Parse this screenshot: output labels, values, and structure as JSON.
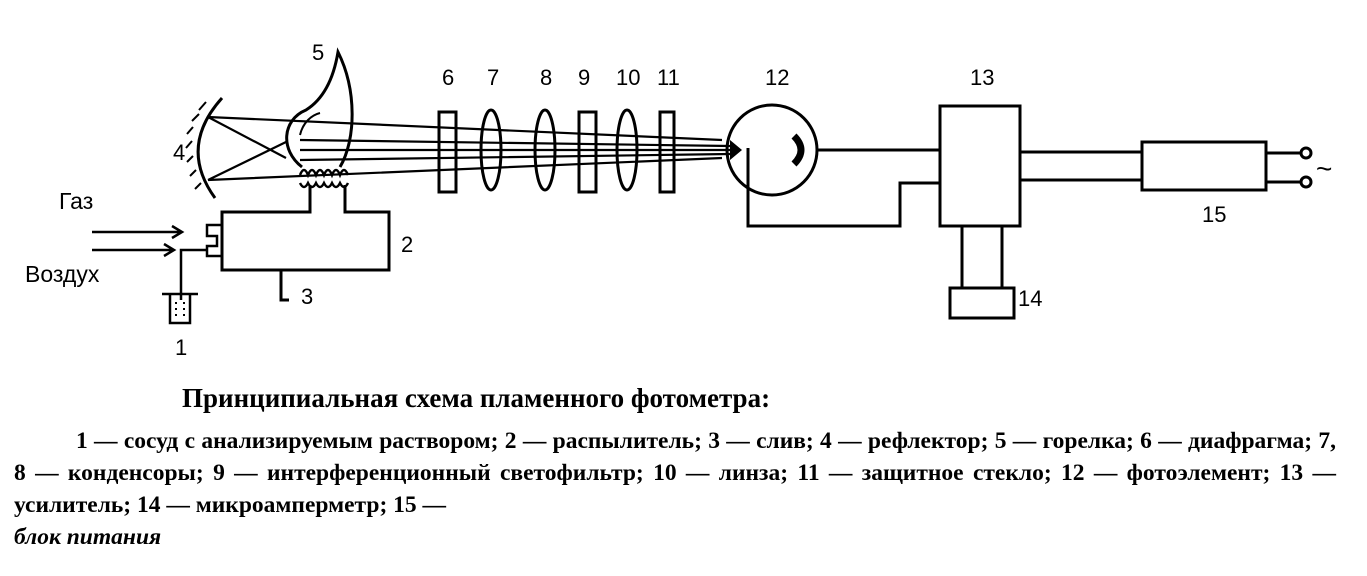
{
  "labels": {
    "n1": "1",
    "n2": "2",
    "n3": "3",
    "n4": "4",
    "n5": "5",
    "n6": "6",
    "n7": "7",
    "n8": "8",
    "n9": "9",
    "n10": "10",
    "n11": "11",
    "n12": "12",
    "n13": "13",
    "n14": "14",
    "n15": "15",
    "gas": "Газ",
    "air": "Воздух",
    "ac": "~"
  },
  "caption": {
    "title": "Принципиальная схема пламенного фотометра:",
    "body": "1 — сосуд с анализируемым раствором; 2 — распылитель; 3 — слив; 4 — рефлектор; 5 — горелка; 6 — диафрагма; 7, 8 — конденсоры; 9 — интерференционный светофильтр; 10 — линза; 11 — защитное стекло; 12 — фотоэлемент; 13 — усилитель; 14 — микроамперметр; 15 —",
    "last": "блок питания"
  }
}
